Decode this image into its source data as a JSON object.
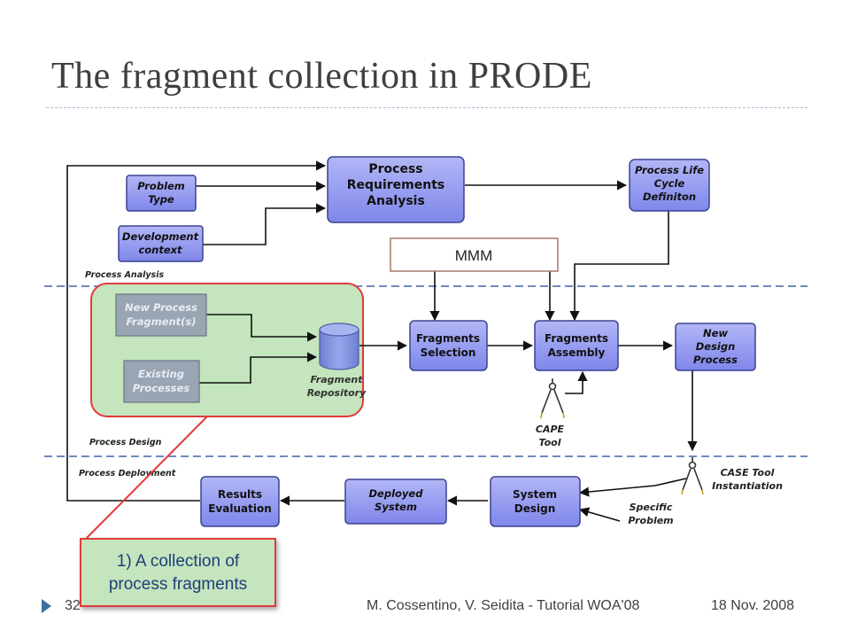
{
  "slide": {
    "title": "The fragment collection in PRODE",
    "page_number": "32",
    "footer_center": "M. Cossentino, V. Seidita - Tutorial WOA'08",
    "footer_date": "18 Nov. 2008"
  },
  "diagram": {
    "nodes": {
      "process_requirements_analysis": [
        "Process",
        "Requirements",
        "Analysis"
      ],
      "problem_type": [
        "Problem",
        "Type"
      ],
      "development_context": [
        "Development",
        "context"
      ],
      "process_life_cycle_definition": [
        "Process Life",
        "Cycle",
        "Definiton"
      ],
      "mmm": "MMM",
      "new_process_fragments": [
        "New Process",
        "Fragment(s)"
      ],
      "existing_processes": [
        "Existing",
        "Processes"
      ],
      "fragment_repository": [
        "Fragment",
        "Repository"
      ],
      "fragments_selection": [
        "Fragments",
        "Selection"
      ],
      "fragments_assembly": [
        "Fragments",
        "Assembly"
      ],
      "new_design_process": [
        "New",
        "Design",
        "Process"
      ],
      "cape_tool": [
        "CAPE",
        "Tool"
      ],
      "case_tool_instantiation": [
        "CASE Tool",
        "Instantiation"
      ],
      "specific_problem": [
        "Specific",
        "Problem"
      ],
      "system_design": [
        "System",
        "Design"
      ],
      "deployed_system": [
        "Deployed",
        "System"
      ],
      "results_evaluation": [
        "Results",
        "Evaluation"
      ]
    },
    "regions": {
      "analysis": "Process Analysis",
      "design": "Process Design",
      "deployment": "Process Deployment"
    }
  },
  "callout": {
    "line1": "1) A collection of",
    "line2": "process fragments"
  },
  "colors": {
    "box_fill": "#8f95ef",
    "box_stroke": "#3c4290",
    "green_region": "#c4e5bd",
    "callout_border": "#e03b3b",
    "separator": "#3e63a9"
  }
}
